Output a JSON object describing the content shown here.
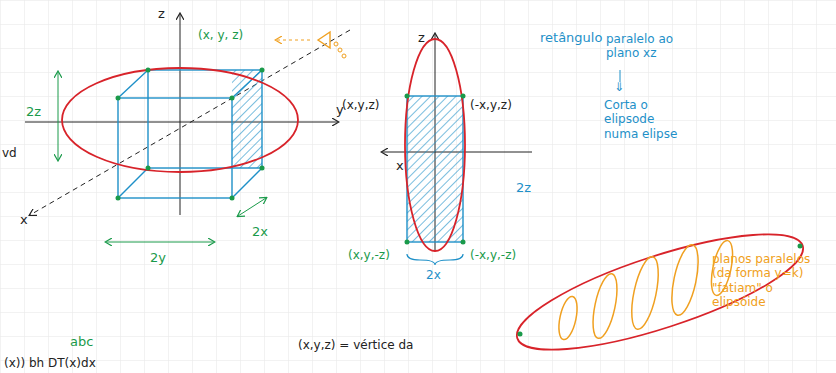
{
  "diagram": {
    "labels": [
      "z",
      "(x, y, z)",
      "2z",
      "y",
      "x",
      "2y",
      "2x",
      "vd",
      "z",
      "(x,y,z)",
      "(-x,y,z)",
      "x",
      "2z",
      "(x,y,-z)",
      "(-x,y,-z)",
      "2x",
      "retângulo",
      "paralelo ao plano xz",
      "⇓",
      "Corta o elipsode numa elipse",
      "planos paralelos (da forma y=k) \"fatiam\" o elipsóide",
      "abc",
      "(x,y,z) = vértice da",
      "(x)) bh DT(x)dx"
    ]
  }
}
